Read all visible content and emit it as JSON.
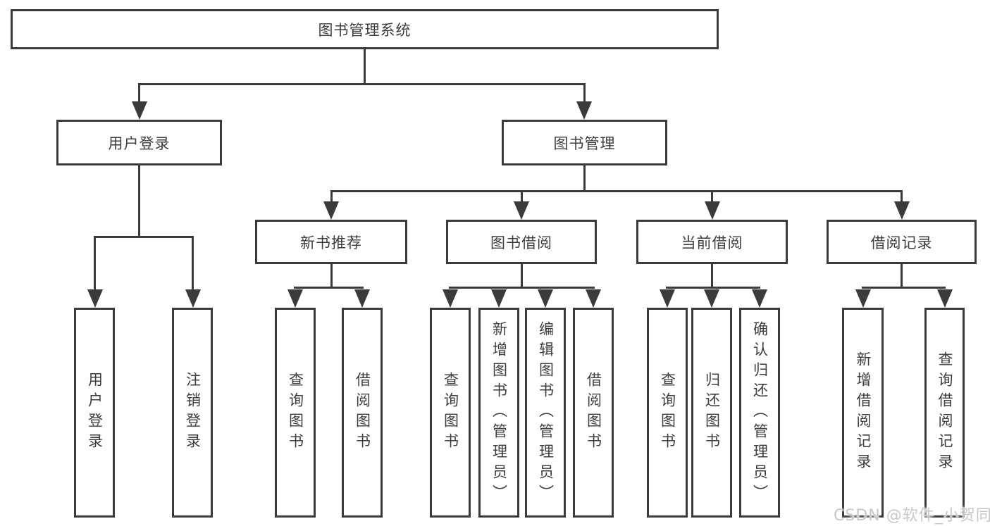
{
  "diagram_type": "hierarchy",
  "colors": {
    "line": "#3b3b3b",
    "box_border": "#3b3b3b",
    "box_fill": "#ffffff",
    "text": "#3d3d3d",
    "background": "#ffffff",
    "watermark": "#c8c8c8"
  },
  "tree": {
    "root": {
      "label": "图书管理系统"
    },
    "children": [
      {
        "label": "用户登录",
        "children": [
          {
            "label": "用户登录"
          },
          {
            "label": "注销登录"
          }
        ]
      },
      {
        "label": "图书管理",
        "children": [
          {
            "label": "新书推荐",
            "children": [
              {
                "label": "查询图书"
              },
              {
                "label": "借阅图书"
              }
            ]
          },
          {
            "label": "图书借阅",
            "children": [
              {
                "label": "查询图书"
              },
              {
                "label": "新增图书（管理员）"
              },
              {
                "label": "编辑图书（管理员）"
              },
              {
                "label": "借阅图书"
              }
            ]
          },
          {
            "label": "当前借阅",
            "children": [
              {
                "label": "查询图书"
              },
              {
                "label": "归还图书"
              },
              {
                "label": "确认归还（管理员）"
              }
            ]
          },
          {
            "label": "借阅记录",
            "children": [
              {
                "label": "新增借阅记录"
              },
              {
                "label": "查询借阅记录"
              }
            ]
          }
        ]
      }
    ]
  },
  "watermark": {
    "text": "CSDN @软件_小贺同学"
  }
}
